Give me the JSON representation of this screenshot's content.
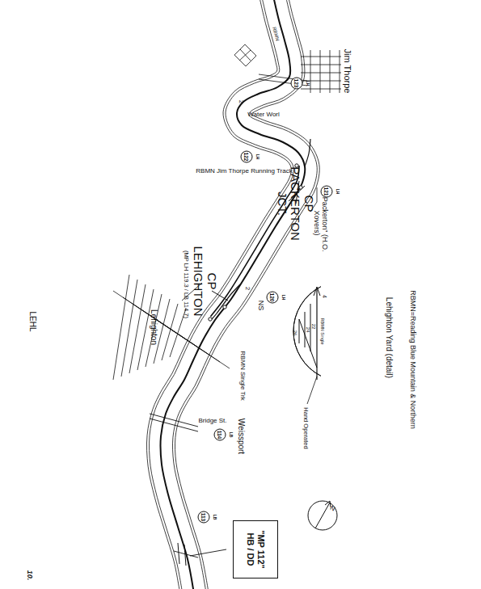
{
  "diagram": {
    "nodes": [
      {
        "text": [
          "LH",
          "123"
        ]
      },
      {
        "text": [
          "LH",
          "122"
        ]
      },
      {
        "text": [
          "LH",
          "121"
        ]
      },
      {
        "text": [
          "LH",
          "120"
        ]
      },
      {
        "text": [
          "LB",
          "114"
        ]
      },
      {
        "text": [
          "LB",
          "113"
        ]
      },
      {
        "text": [
          "\"MP 112\"",
          "HB / DD"
        ]
      }
    ],
    "labels": [
      "RBMN=Reading Blue Mountain & Northern",
      "Lehighton Yard (detail)",
      "RBMN Single",
      "22",
      "24",
      "26",
      "4",
      "Hand Operated",
      "Jim Thorpe",
      "RBMN",
      "Water Worl",
      "RBMN Jim Thorpe Running Track",
      "CP PACKERTON JCT.",
      "\"Packerton\" (H.O. Xovers)",
      "CP LEHIGHTON",
      "(MP LH 119.3 / LB 114.7)",
      "Lehighton",
      "2",
      "2",
      "NS",
      "RBMN Single Trk",
      "Bridge St.",
      "Weissport",
      "N",
      "LEHL",
      "10."
    ]
  }
}
